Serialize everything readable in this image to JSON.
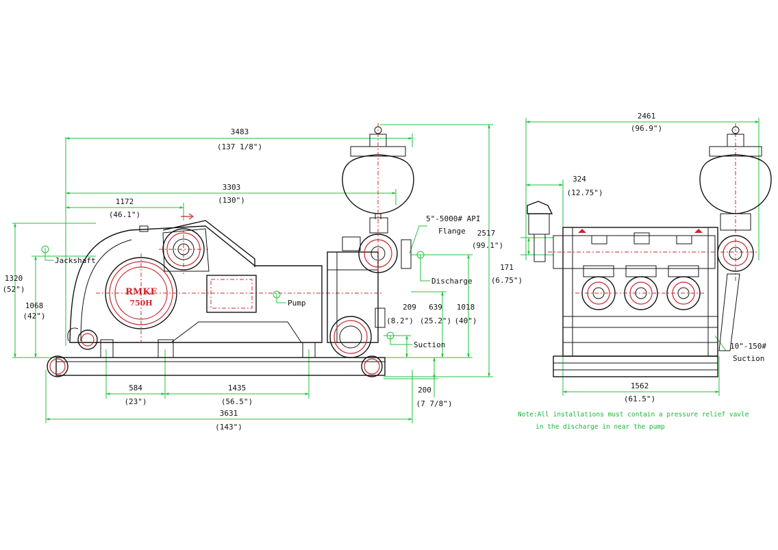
{
  "left_view": {
    "dims": {
      "d3483": "3483",
      "d3483_in": "(137 1/8\")",
      "d3303": "3303",
      "d3303_in": "(130\")",
      "d1172": "1172",
      "d1172_in": "(46.1\")",
      "d1320": "1320",
      "d1320_in": "(52\")",
      "d1068": "1068",
      "d1068_in": "(42\")",
      "d584": "584",
      "d584_in": "(23\")",
      "d1435": "1435",
      "d1435_in": "(56.5\")",
      "d3631": "3631",
      "d3631_in": "(143\")",
      "d209": "209",
      "d209_in": "(8.2\")",
      "d639": "639",
      "d639_in": "(25.2\")",
      "d1018": "1018",
      "d1018_in": "(40\")",
      "d200": "200",
      "d200_in": "(7 7/8\")",
      "d2517": "2517",
      "d2517_in": "(99.1\")"
    },
    "labels": {
      "jackshaft": "Jackshaft",
      "pump": "Pump",
      "discharge": "Discharge",
      "suction": "Suction",
      "flange_line1": "5\"-5000# API",
      "flange_line2": "Flange"
    },
    "logo_text_1": "RMKF",
    "logo_text_2": "750H"
  },
  "right_view": {
    "dims": {
      "d2461": "2461",
      "d2461_in": "(96.9\")",
      "d324": "324",
      "d324_in": "(12.75\")",
      "d171": "171",
      "d171_in": "(6.75\")",
      "d1562": "1562",
      "d1562_in": "(61.5\")"
    },
    "labels": {
      "suction_size": "10\"-150#",
      "suction": "Suction"
    }
  },
  "note": {
    "line1": "Note:All installations must contain a pressure relief vavle",
    "line2": "in the discharge in near the pump"
  },
  "colors": {
    "dimension": "#1fc23c",
    "outline": "#111111",
    "centerline": "#d1232a"
  }
}
